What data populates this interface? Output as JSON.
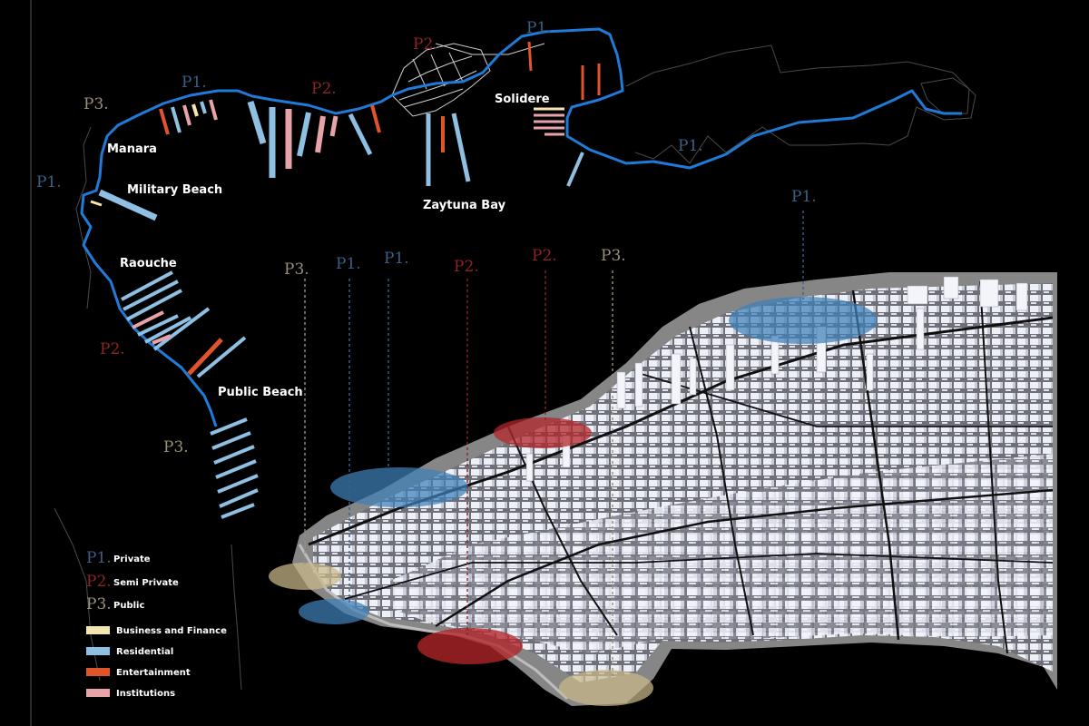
{
  "places": {
    "manara": "Manara",
    "military_beach": "Military Beach",
    "raouche": "Raouche",
    "public_beach": "Public Beach",
    "zaytuna_bay": "Zaytuna Bay",
    "solidere": "Solidere"
  },
  "categories": {
    "p1": "P1.",
    "p2": "P2.",
    "p3": "P3."
  },
  "legend": {
    "ownership": [
      {
        "code": "P1.",
        "label": "Private",
        "color": "#3d5e86"
      },
      {
        "code": "P2.",
        "label": "Semi Private",
        "color": "#8c2424"
      },
      {
        "code": "P3.",
        "label": "Public",
        "color": "#9a9079"
      }
    ],
    "uses": [
      {
        "label": "Business and Finance",
        "color": "#f3e6b0"
      },
      {
        "label": "Residential",
        "color": "#8fbfe3"
      },
      {
        "label": "Entertainment",
        "color": "#e0542a"
      },
      {
        "label": "Institutions",
        "color": "#e8a3a8"
      }
    ]
  },
  "colors": {
    "coastline": "#1f7ad8",
    "buildings": "#e9ecf6",
    "ground": "#8a8a8a",
    "zone_p1": "#3f80b8",
    "zone_p2": "#b2252a",
    "zone_p3": "#c9b889"
  }
}
